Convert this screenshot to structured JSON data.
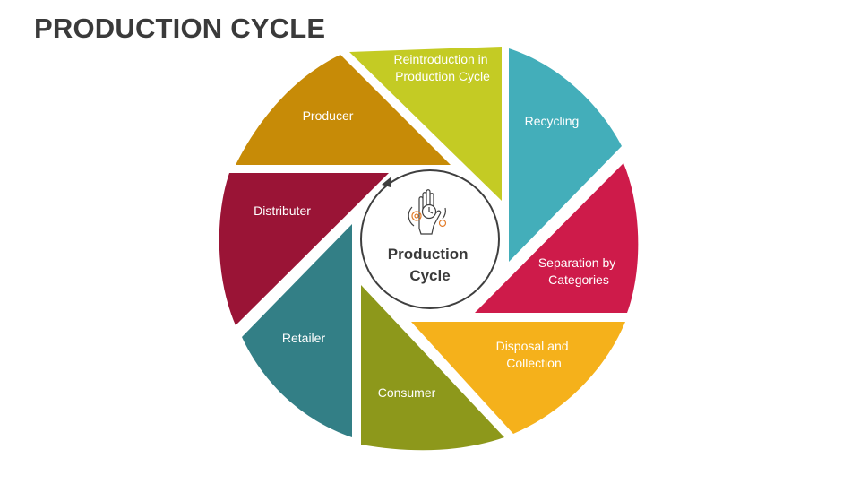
{
  "title": "PRODUCTION CYCLE",
  "center": {
    "line1": "Production",
    "line2": "Cycle",
    "icon": "gear-hand-clock-icon"
  },
  "segments": [
    {
      "id": "reintroduction",
      "line1": "Reintroduction in",
      "line2": "Production Cycle",
      "color": "#C4CB24"
    },
    {
      "id": "recycling",
      "line1": "Recycling",
      "line2": "",
      "color": "#43AEBA"
    },
    {
      "id": "separation",
      "line1": "Separation by",
      "line2": "Categories",
      "color": "#CE1B4A"
    },
    {
      "id": "disposal",
      "line1": "Disposal and",
      "line2": "Collection",
      "color": "#F5B11B"
    },
    {
      "id": "consumer",
      "line1": "Consumer",
      "line2": "",
      "color": "#8D981B"
    },
    {
      "id": "retailer",
      "line1": "Retailer",
      "line2": "",
      "color": "#337F86"
    },
    {
      "id": "distributer",
      "line1": "Distributer",
      "line2": "",
      "color": "#9A1436"
    },
    {
      "id": "producer",
      "line1": "Producer",
      "line2": "",
      "color": "#C78B07"
    }
  ]
}
